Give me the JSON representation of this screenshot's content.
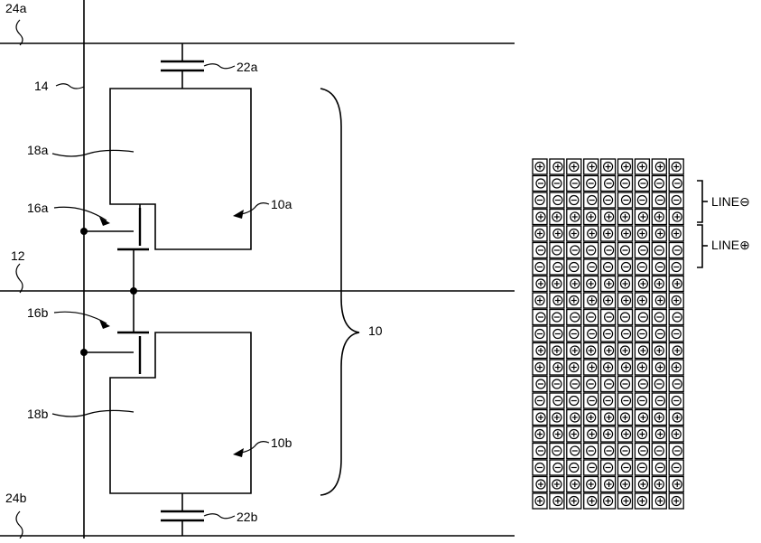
{
  "labels": {
    "line_24a": "24a",
    "line_24b": "24b",
    "data_line_14": "14",
    "gate_line_12": "12",
    "cap_22a": "22a",
    "cap_22b": "22b",
    "electrode_18a": "18a",
    "electrode_18b": "18b",
    "tft_16a": "16a",
    "tft_16b": "16b",
    "subpixel_10a": "10a",
    "subpixel_10b": "10b",
    "pixel_10": "10"
  },
  "legend": {
    "line_minus": "LINE⊖",
    "line_plus": "LINE⊕"
  },
  "polarity_grid": {
    "rows": 21,
    "cols": 9,
    "row_polarity": [
      "+",
      "-",
      "-",
      "+",
      "+",
      "-",
      "-",
      "+",
      "+",
      "-",
      "-",
      "+",
      "+",
      "-",
      "-",
      "+",
      "+",
      "-",
      "-",
      "+",
      "+"
    ],
    "plus_symbol": "⊕",
    "minus_symbol": "⊖"
  }
}
